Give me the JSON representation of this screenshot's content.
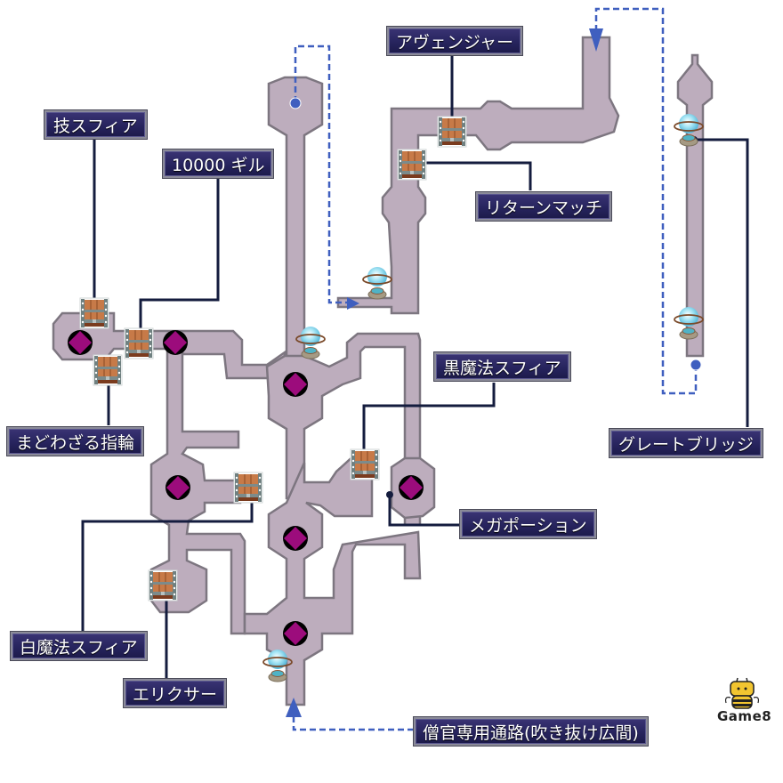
{
  "map": {
    "title": "Dungeon map",
    "colors": {
      "corridor": "#bdadbd",
      "corridor_border": "#7d7680",
      "label_bg": "#27245e",
      "leader_line": "#141c3e",
      "route_arrow": "#3f5fbf",
      "encounter_marker": "#9c0c7c"
    },
    "labels": {
      "waza_sphere": "技スフィア",
      "gil": "10000 ギル",
      "avenger": "アヴェンジャー",
      "return_match": "リターンマッチ",
      "great_bridge": "グレートブリッジ",
      "madowazaru_ring": "まどわざる指輪",
      "black_magic_sphere": "黒魔法スフィア",
      "mega_potion": "メガポーション",
      "white_magic_sphere": "白魔法スフィア",
      "elixir": "エリクサー",
      "monk_passage": "僧官専用通路(吹き抜け広間)"
    },
    "legend_icons": {
      "treasure": "treasure-chest-icon",
      "save": "save-sphere-icon",
      "encounter": "encounter-diamond-icon",
      "route": "dashed-route-arrow"
    }
  },
  "branding": {
    "logo_text": "Game8"
  }
}
